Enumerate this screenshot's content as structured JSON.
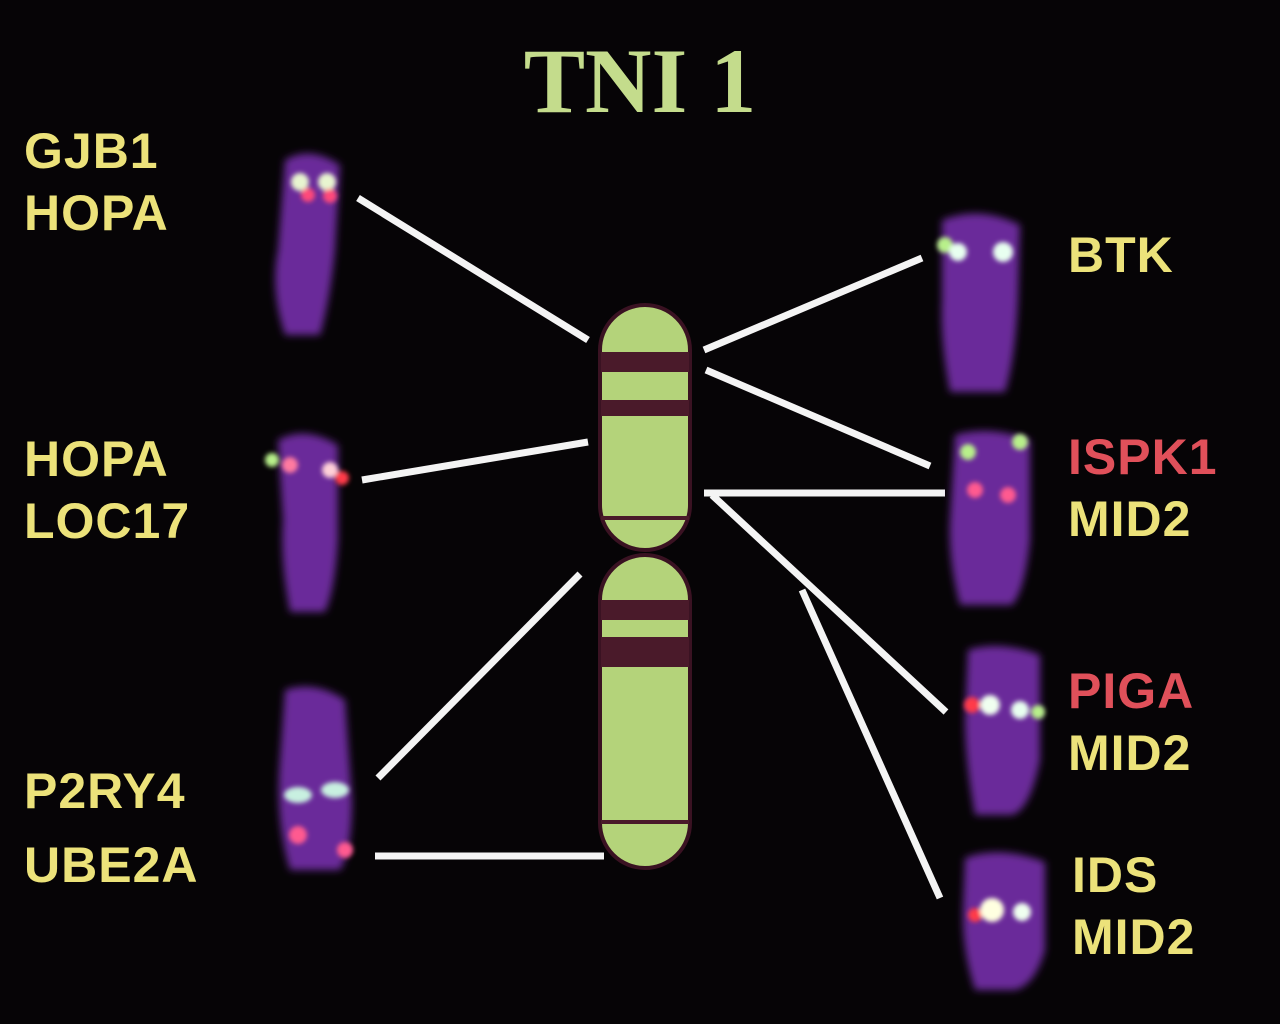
{
  "title": "TNI 1",
  "left_labels": [
    {
      "line1": "GJB1",
      "line2": "HOPA"
    },
    {
      "line1": "HOPA",
      "line2": "LOC17"
    },
    {
      "line1": "P2RY4",
      "line2": "UBE2A"
    }
  ],
  "right_labels": [
    {
      "line1": "BTK"
    },
    {
      "line1": "ISPK1",
      "line2": "MID2"
    },
    {
      "line1": "PIGA",
      "line2": "MID2"
    },
    {
      "line1": "IDS",
      "line2": "MID2"
    }
  ],
  "colors": {
    "label": "#ece27a",
    "label_highlight": "#e0505a",
    "chromosome": "#b4d37a",
    "band": "#4a1a2a",
    "metaphase": "#6a2a9a"
  }
}
